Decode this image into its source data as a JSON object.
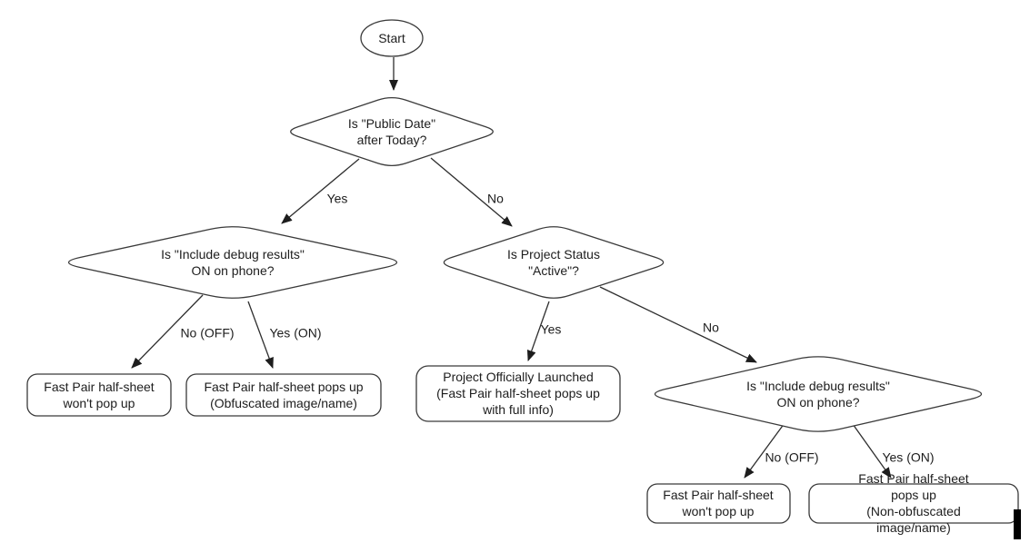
{
  "colors": {
    "background": "#ffffff",
    "shape_stroke": "#3a3a3a",
    "text": "#1d1d1d",
    "cursor": "#000000"
  },
  "nodes": {
    "start": {
      "type": "terminator",
      "label": "Start"
    },
    "public_date": {
      "type": "decision",
      "label": "Is \"Public Date\"\nafter Today?"
    },
    "debug_left": {
      "type": "decision",
      "label": "Is \"Include debug results\"\nON on phone?"
    },
    "project_status": {
      "type": "decision",
      "label": "Is Project Status\n\"Active\"?"
    },
    "debug_right": {
      "type": "decision",
      "label": "Is \"Include debug results\"\nON on phone?"
    },
    "no_popup_left": {
      "type": "process",
      "label": "Fast Pair half-sheet\nwon't pop up"
    },
    "popup_obfuscated": {
      "type": "process",
      "label": "Fast Pair half-sheet pops up\n(Obfuscated image/name)"
    },
    "launched": {
      "type": "process",
      "label": "Project Officially Launched\n(Fast Pair half-sheet pops up\nwith full info)"
    },
    "no_popup_right": {
      "type": "process",
      "label": "Fast Pair half-sheet\nwon't pop up"
    },
    "popup_nonobfuscated": {
      "type": "process",
      "label": "Fast Pair half-sheet pops up\n(Non-obfuscated image/name)"
    }
  },
  "edge_labels": {
    "yes_top": "Yes",
    "no_top": "No",
    "no_off_left": "No (OFF)",
    "yes_on_left": "Yes (ON)",
    "yes_mid": "Yes",
    "no_mid": "No",
    "no_off_right": "No (OFF)",
    "yes_on_right": "Yes (ON)"
  }
}
